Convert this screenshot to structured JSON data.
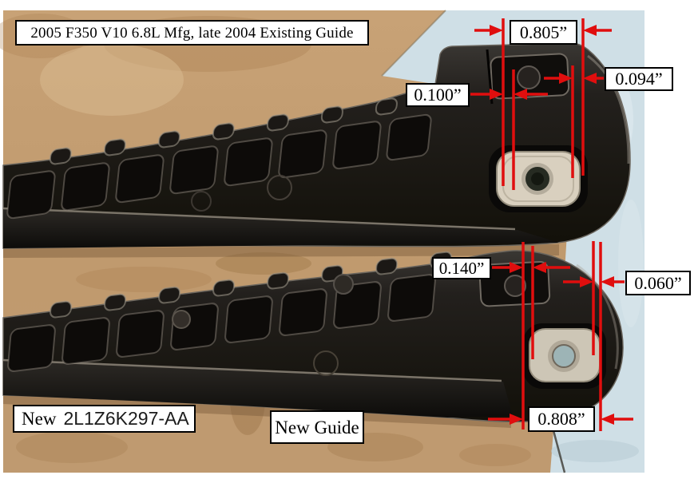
{
  "labels": {
    "title": "2005 F350 V10 6.8L Mfg, late 2004 Existing Guide",
    "new_part": {
      "prefix": "New",
      "code": "2L1Z6K297-AA"
    },
    "new_guide": "New Guide"
  },
  "measurements": {
    "existing_guide": {
      "overall_width": "0.805”",
      "right_edge_gap": "0.094”",
      "left_edge_gap": "0.100”"
    },
    "new_guide": {
      "left_edge_gap": "0.140”",
      "right_edge_gap": "0.060”",
      "overall_width": "0.808”"
    }
  },
  "colors": {
    "annotation_red": "#e00e0e",
    "cardboard_tan": "#c9a377",
    "mat_blue": "#cfdfe6",
    "guide_black": "#16130f",
    "label_background": "#ffffff",
    "label_border": "#000000"
  }
}
